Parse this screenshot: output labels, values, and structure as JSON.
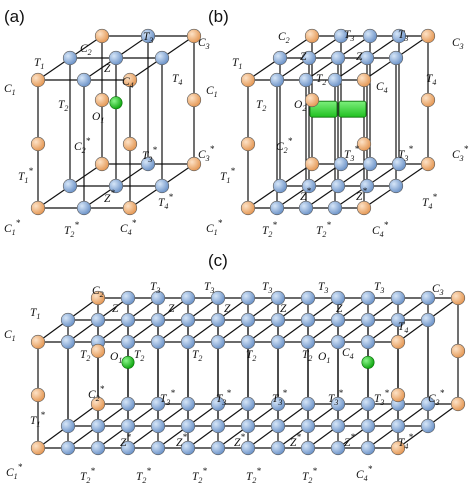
{
  "panels": [
    {
      "label": "(a)"
    },
    {
      "label": "(b)"
    },
    {
      "label": "(c)"
    }
  ],
  "labels": {
    "C1": "C",
    "C1_sub": "1",
    "C2": "C",
    "C2_sub": "2",
    "C3": "C",
    "C3_sub": "3",
    "C4": "C",
    "C4_sub": "4",
    "T1": "T",
    "T1_sub": "1",
    "T2": "T",
    "T2_sub": "2",
    "T3": "T",
    "T3_sub": "3",
    "T4": "T",
    "T4_sub": "4",
    "Z": "Z",
    "O1": "O",
    "O1_sub": "1",
    "O2": "O",
    "O2_sub": "2",
    "star": "*"
  },
  "colors": {
    "corner_atom": "#f3b47c",
    "edge_atom": "#8fb2de",
    "interstitial": "#22cc22",
    "line": "#111111"
  }
}
